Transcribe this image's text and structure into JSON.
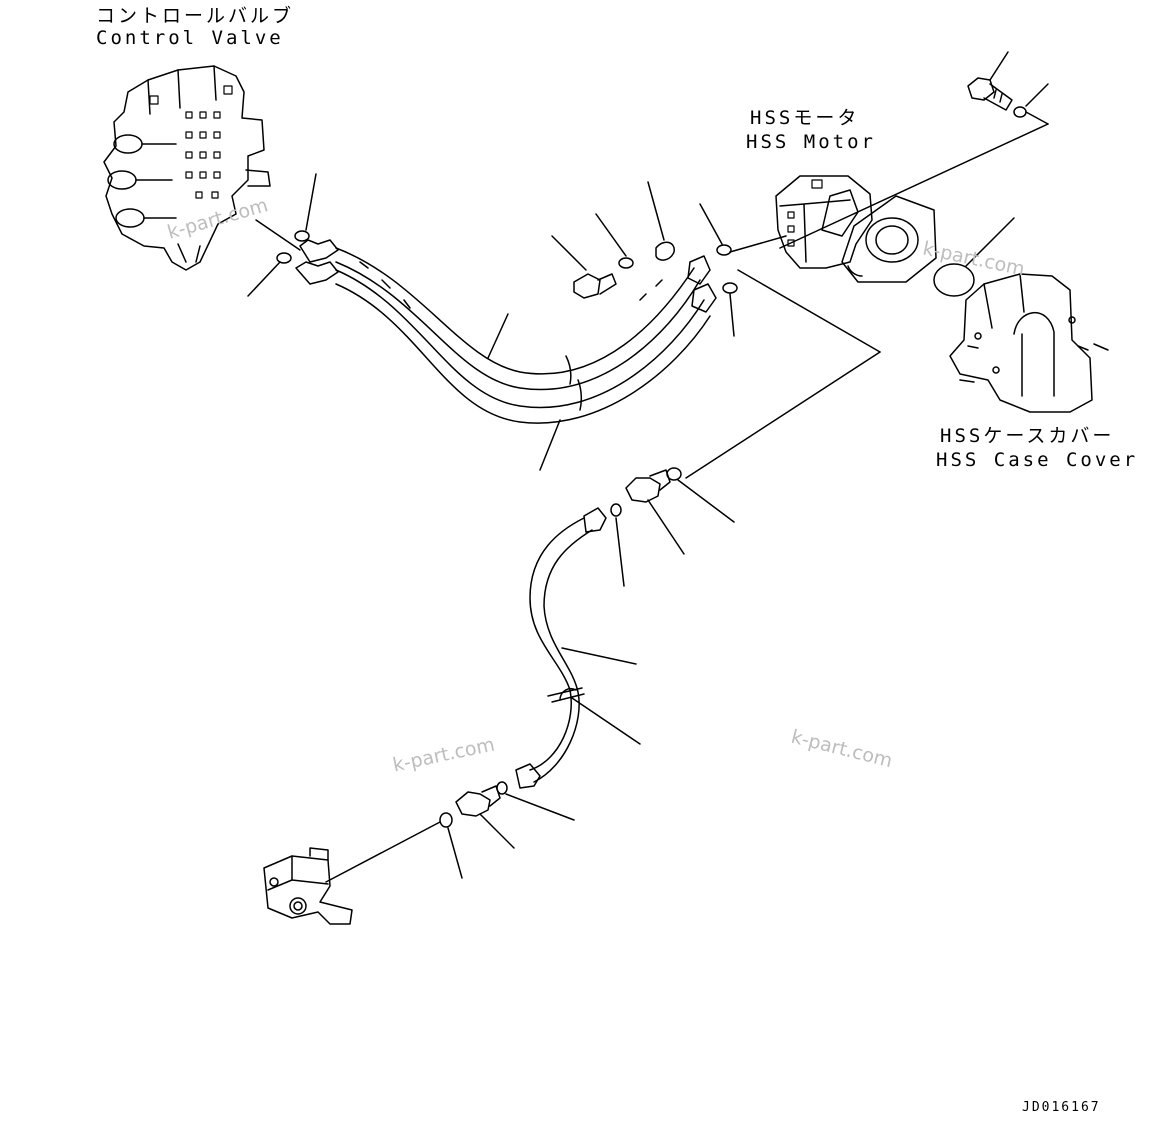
{
  "labels": {
    "control_valve_jp": "コントロールバルブ",
    "control_valve_en": "Control Valve",
    "hss_motor_jp": "HSSモータ",
    "hss_motor_en": "HSS Motor",
    "hss_case_cover_jp": "HSSケースカバー",
    "hss_case_cover_en": "HSS Case Cover"
  },
  "watermarks": [
    "k-part.com",
    "k-part.com",
    "k-part.com",
    "k-part.com"
  ],
  "drawing_code": "JD016167",
  "colors": {
    "ink": "#000000",
    "watermark": "#bdbdbd",
    "background": "#ffffff"
  }
}
